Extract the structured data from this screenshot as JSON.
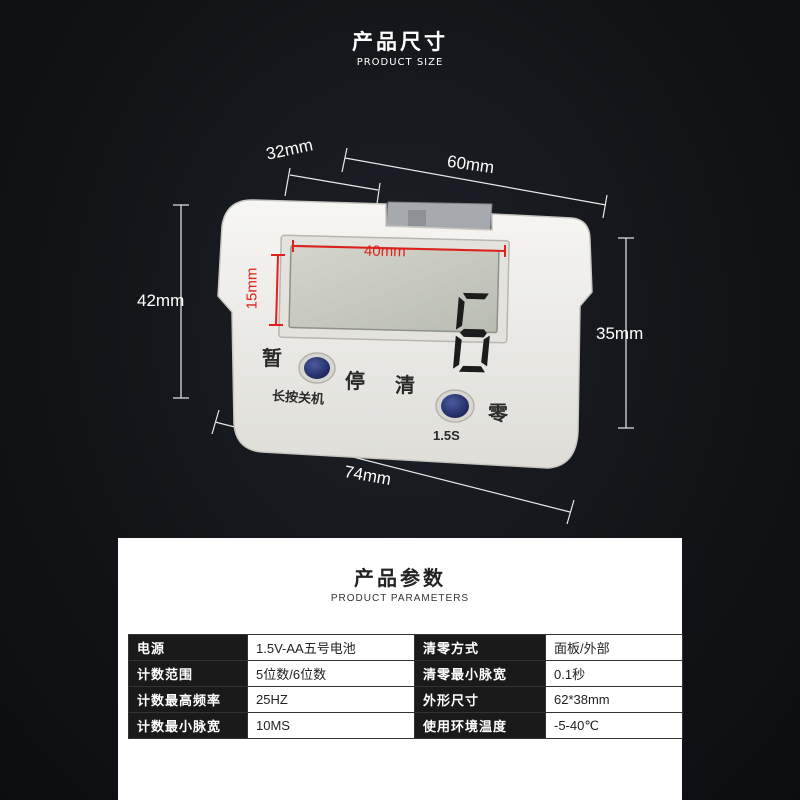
{
  "header": {
    "title_zh": "产品尺寸",
    "title_en": "PRODUCT SIZE"
  },
  "dimensions": {
    "depth": "32mm",
    "width": "60mm",
    "screen_width": "40mm",
    "screen_height": "15mm",
    "left_height": "42mm",
    "right_height": "35mm",
    "bottom_width": "74mm"
  },
  "device": {
    "display_digit": "6",
    "button_left_char": "暂",
    "label_ting": "停",
    "label_qing": "清",
    "label_ling": "零",
    "long_press_label": "长按关机",
    "hold_time": "1.5S"
  },
  "params": {
    "title_zh": "产品参数",
    "title_en": "PRODUCT PARAMETERS",
    "rows": [
      {
        "k1": "电源",
        "v1": "1.5V-AA五号电池",
        "k2": "清零方式",
        "v2": "面板/外部"
      },
      {
        "k1": "计数范围",
        "v1": "5位数/6位数",
        "k2": "清零最小脉宽",
        "v2": "0.1秒"
      },
      {
        "k1": "计数最高频率",
        "v1": "25HZ",
        "k2": "外形尺寸",
        "v2": "62*38mm"
      },
      {
        "k1": "计数最小脉宽",
        "v1": "10MS",
        "k2": "使用环境温度",
        "v2": "-5-40℃"
      }
    ]
  },
  "colors": {
    "background": "#121418",
    "device_body": "#f2f1ee",
    "lcd": "#c9cbc1",
    "button": "#2b3a7a",
    "screen_dim_marker": "#e0201a"
  }
}
